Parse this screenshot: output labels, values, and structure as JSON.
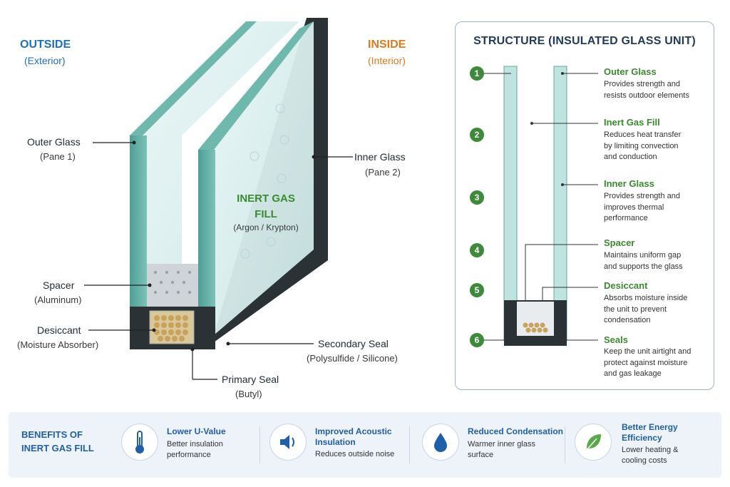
{
  "left_diagram": {
    "outside_title": "OUTSIDE",
    "outside_sub": "(Exterior)",
    "inside_title": "INSIDE",
    "inside_sub": "(Interior)",
    "gas_title_1": "INERT GAS",
    "gas_title_2": "FILL",
    "gas_sub": "(Argon / Krypton)",
    "labels": {
      "outer_glass": "Outer Glass",
      "outer_glass_sub": "(Pane 1)",
      "inner_glass": "Inner Glass",
      "inner_glass_sub": "(Pane 2)",
      "spacer": "Spacer",
      "spacer_sub": "(Aluminum)",
      "desiccant": "Desiccant",
      "desiccant_sub": "(Moisture Absorber)",
      "secondary_seal": "Secondary Seal",
      "secondary_seal_sub": "(Polysulfide / Silicone)",
      "primary_seal": "Primary Seal",
      "primary_seal_sub": "(Butyl)"
    }
  },
  "structure": {
    "title": "STRUCTURE (INSULATED GLASS UNIT)",
    "steps": [
      {
        "num": "1",
        "head": "Outer Glass",
        "desc": "Provides strength and\nresists outdoor elements"
      },
      {
        "num": "2",
        "head": "Inert Gas Fill",
        "desc": "Reduces heat transfer\nby limiting convection\nand conduction"
      },
      {
        "num": "3",
        "head": "Inner Glass",
        "desc": "Provides strength and\nimproves thermal\nperformance"
      },
      {
        "num": "4",
        "head": "Spacer",
        "desc": "Maintains uniform gap\nand supports the glass"
      },
      {
        "num": "5",
        "head": "Desiccant",
        "desc": "Absorbs moisture inside\nthe unit to prevent\ncondensation"
      },
      {
        "num": "6",
        "head": "Seals",
        "desc": "Keep the unit airtight and\nprotect against moisture\nand gas leakage"
      }
    ]
  },
  "benefits": {
    "title": "BENEFITS OF\nINERT GAS FILL",
    "items": [
      {
        "icon": "thermometer-icon",
        "head": "Lower U-Value",
        "desc": "Better insulation\nperformance"
      },
      {
        "icon": "speaker-icon",
        "head": "Improved Acoustic\nInsulation",
        "desc": "Reduces outside noise"
      },
      {
        "icon": "water-drop-icon",
        "head": "Reduced Condensation",
        "desc": "Warmer inner glass\nsurface"
      },
      {
        "icon": "leaf-icon",
        "head": "Better Energy\nEfficiency",
        "desc": "Lower heating &\ncooling costs"
      }
    ]
  },
  "colors": {
    "outside": "#1f6fc0",
    "inside": "#e07a1f",
    "green": "#3a8a2e",
    "glass_edge": "#5fa9a0",
    "frame": "#2b3236"
  }
}
